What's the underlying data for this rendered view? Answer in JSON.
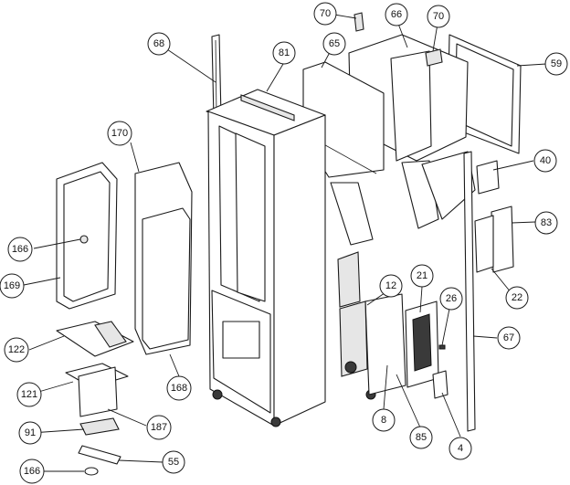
{
  "callouts": [
    {
      "id": "c70a",
      "label": "70"
    },
    {
      "id": "c66",
      "label": "66"
    },
    {
      "id": "c70b",
      "label": "70"
    },
    {
      "id": "c68",
      "label": "68"
    },
    {
      "id": "c81",
      "label": "81"
    },
    {
      "id": "c65",
      "label": "65"
    },
    {
      "id": "c59",
      "label": "59"
    },
    {
      "id": "c170",
      "label": "170"
    },
    {
      "id": "c40",
      "label": "40"
    },
    {
      "id": "c83",
      "label": "83"
    },
    {
      "id": "c166a",
      "label": "166"
    },
    {
      "id": "c169",
      "label": "169"
    },
    {
      "id": "c12",
      "label": "12"
    },
    {
      "id": "c21",
      "label": "21"
    },
    {
      "id": "c26",
      "label": "26"
    },
    {
      "id": "c22",
      "label": "22"
    },
    {
      "id": "c67",
      "label": "67"
    },
    {
      "id": "c122",
      "label": "122"
    },
    {
      "id": "c121",
      "label": "121"
    },
    {
      "id": "c168",
      "label": "168"
    },
    {
      "id": "c187",
      "label": "187"
    },
    {
      "id": "c91",
      "label": "91"
    },
    {
      "id": "c8",
      "label": "8"
    },
    {
      "id": "c85",
      "label": "85"
    },
    {
      "id": "c4",
      "label": "4"
    },
    {
      "id": "c55",
      "label": "55"
    },
    {
      "id": "c166b",
      "label": "166"
    }
  ]
}
